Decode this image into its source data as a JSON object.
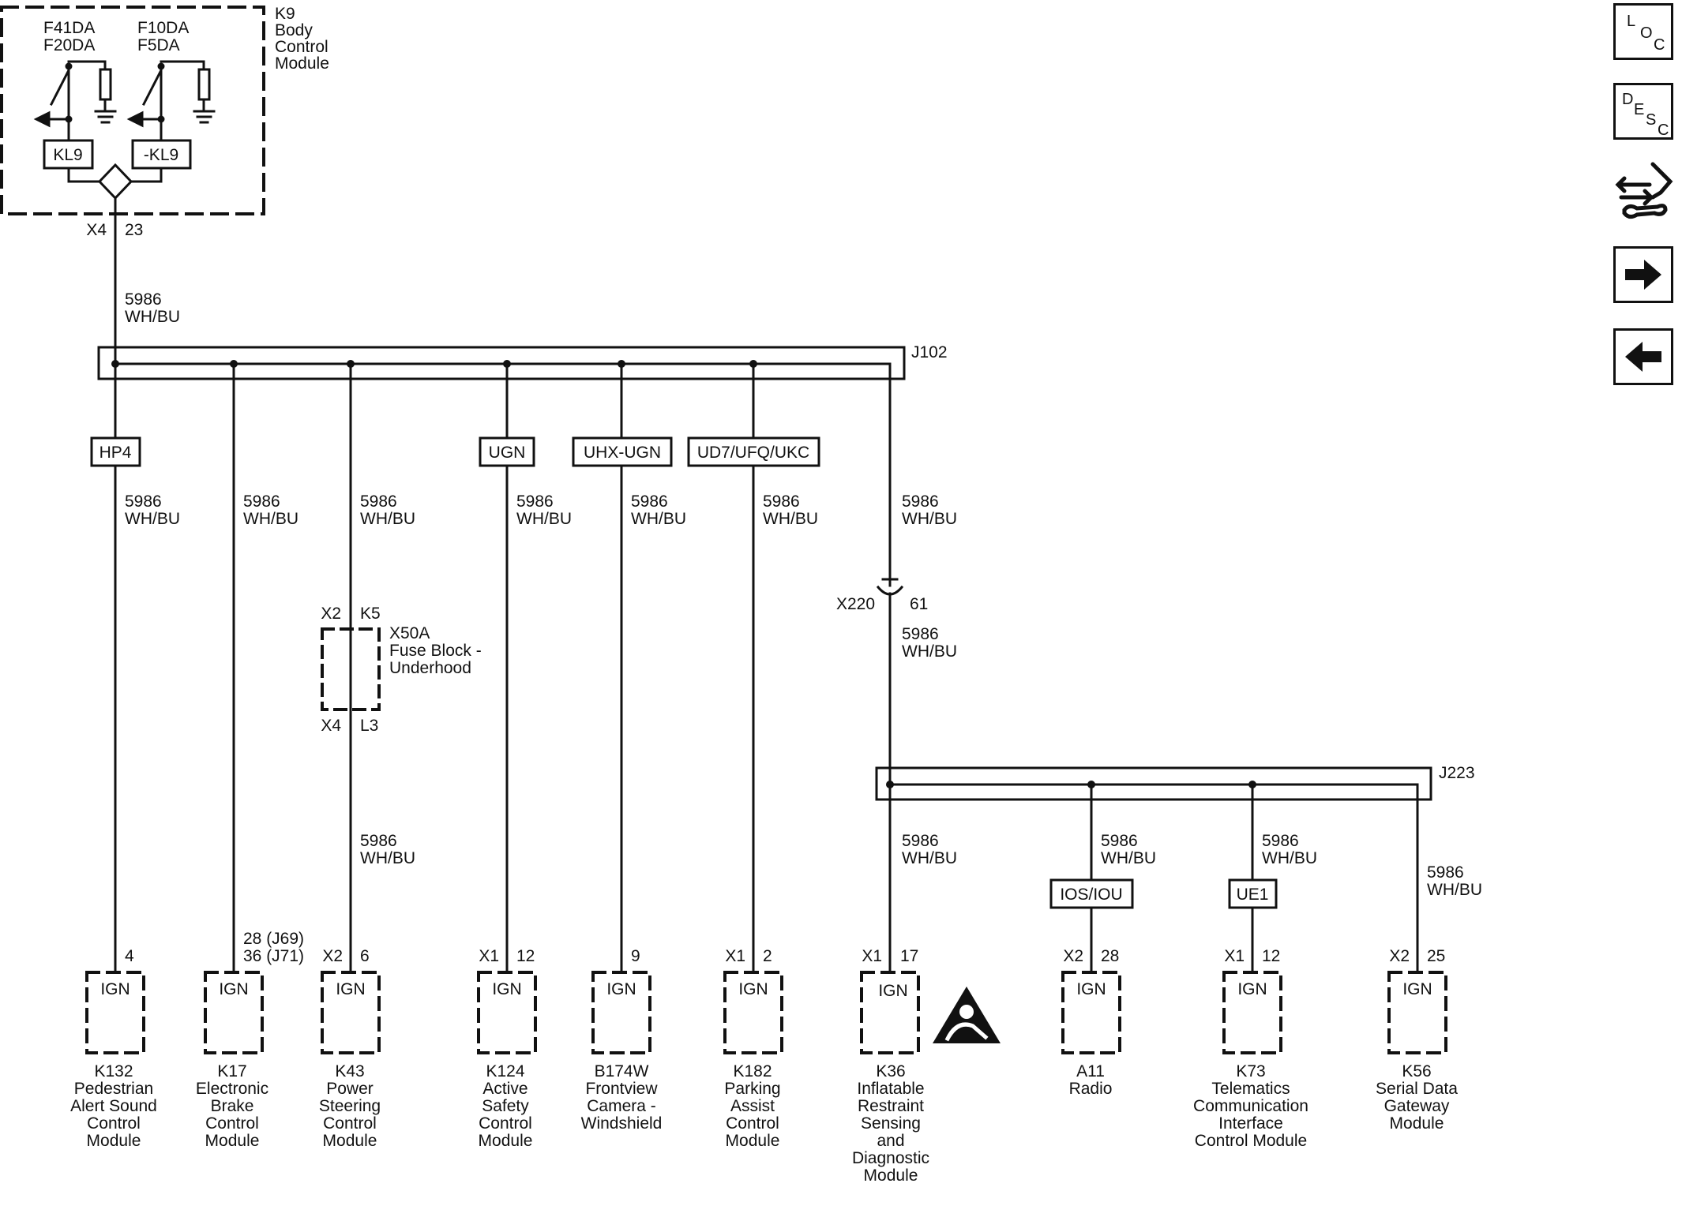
{
  "source": {
    "ref": "K9",
    "name_lines": [
      "Body",
      "Control",
      "Module"
    ],
    "fuses_left": [
      "F41DA",
      "F20DA"
    ],
    "fuses_right": [
      "F10DA",
      "F5DA"
    ],
    "relay_left": "KL9",
    "relay_right": "-KL9",
    "connector": "X4",
    "pin": "23"
  },
  "wire": {
    "circuit": "5986",
    "color": "WH/BU"
  },
  "splices": {
    "j102": "J102",
    "j223": "J223"
  },
  "inline_connector": {
    "name": "X220",
    "pin": "61"
  },
  "fuse_block": {
    "name_lines": [
      "X50A",
      "Fuse Block -",
      "Underhood"
    ],
    "top_connector": "X2",
    "top_pin": "K5",
    "bottom_connector": "X4",
    "bottom_pin": "L3"
  },
  "option_boxes": {
    "hp4": "HP4",
    "ugn": "UGN",
    "uhx": "UHX-UGN",
    "ud7": "UD7/UFQ/UKC",
    "ios": "IOS/IOU",
    "ue1": "UE1"
  },
  "modules": [
    {
      "ref": "K132",
      "name_lines": [
        "Pedestrian",
        "Alert Sound",
        "Control",
        "Module"
      ],
      "connector": "",
      "pin": "4",
      "ign": "IGN"
    },
    {
      "ref": "K17",
      "name_lines": [
        "Electronic",
        "Brake",
        "Control",
        "Module"
      ],
      "connector": "",
      "pin_lines": [
        "28 (J69)",
        "36 (J71)"
      ],
      "ign": "IGN"
    },
    {
      "ref": "K43",
      "name_lines": [
        "Power",
        "Steering",
        "Control",
        "Module"
      ],
      "connector": "X2",
      "pin": "6",
      "ign": "IGN"
    },
    {
      "ref": "K124",
      "name_lines": [
        "Active",
        "Safety",
        "Control",
        "Module"
      ],
      "connector": "X1",
      "pin": "12",
      "ign": "IGN"
    },
    {
      "ref": "B174W",
      "name_lines": [
        "Frontview",
        "Camera -",
        "Windshield"
      ],
      "connector": "",
      "pin": "9",
      "ign": "IGN"
    },
    {
      "ref": "K182",
      "name_lines": [
        "Parking",
        "Assist",
        "Control",
        "Module"
      ],
      "connector": "X1",
      "pin": "2",
      "ign": "IGN"
    },
    {
      "ref": "K36",
      "name_lines": [
        "Inflatable",
        "Restraint",
        "Sensing",
        "and",
        "Diagnostic",
        "Module"
      ],
      "connector": "X1",
      "pin": "17",
      "ign": "IGN"
    },
    {
      "ref": "A11",
      "name_lines": [
        "Radio"
      ],
      "connector": "X2",
      "pin": "28",
      "ign": "IGN"
    },
    {
      "ref": "K73",
      "name_lines": [
        "Telematics",
        "Communication",
        "Interface",
        "Control Module"
      ],
      "connector": "X1",
      "pin": "12",
      "ign": "IGN"
    },
    {
      "ref": "K56",
      "name_lines": [
        "Serial Data",
        "Gateway",
        "Module"
      ],
      "connector": "X2",
      "pin": "25",
      "ign": "IGN"
    }
  ],
  "nav": {
    "loc": [
      "L",
      "O",
      "C"
    ],
    "desc": [
      "D",
      "E",
      "S",
      "C"
    ],
    "icons": [
      "connector-view-icon",
      "arrow-right-icon",
      "arrow-left-icon"
    ]
  }
}
